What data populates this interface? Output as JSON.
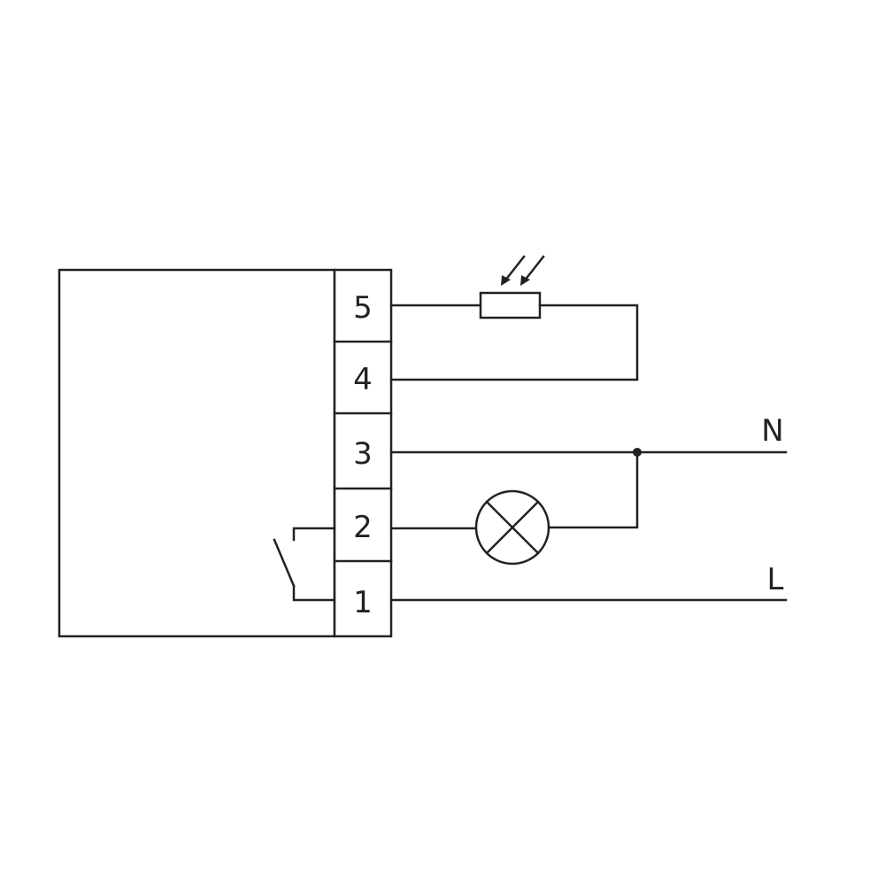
{
  "diagram": {
    "terminals": [
      "5",
      "4",
      "3",
      "2",
      "1"
    ],
    "lines": {
      "neutral": "N",
      "live": "L"
    },
    "colors": {
      "ink": "#222222",
      "background": "#ffffff"
    }
  }
}
